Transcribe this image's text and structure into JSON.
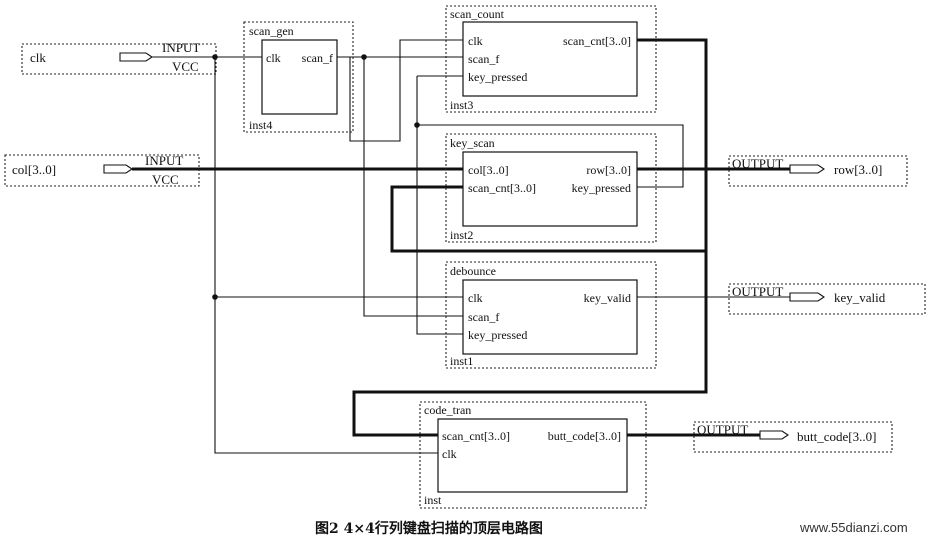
{
  "ports": {
    "clk": {
      "name": "clk",
      "kind": "INPUT",
      "supply": "VCC"
    },
    "col": {
      "name": "col[3..0]",
      "kind": "INPUT",
      "supply": "VCC"
    },
    "row": {
      "name": "row[3..0]",
      "kind": "OUTPUT"
    },
    "key_valid": {
      "name": "key_valid",
      "kind": "OUTPUT"
    },
    "butt_code": {
      "name": "butt_code[3..0]",
      "kind": "OUTPUT"
    }
  },
  "blocks": {
    "scan_gen": {
      "name": "scan_gen",
      "inst": "inst4",
      "in": [
        "clk"
      ],
      "out": [
        "scan_f"
      ]
    },
    "scan_count": {
      "name": "scan_count",
      "inst": "inst3",
      "in": [
        "clk",
        "scan_f",
        "key_pressed"
      ],
      "out": [
        "scan_cnt[3..0]"
      ]
    },
    "key_scan": {
      "name": "key_scan",
      "inst": "inst2",
      "in": [
        "col[3..0]",
        "scan_cnt[3..0]"
      ],
      "out": [
        "row[3..0]",
        "key_pressed"
      ]
    },
    "debounce": {
      "name": "debounce",
      "inst": "inst1",
      "in": [
        "clk",
        "scan_f",
        "key_pressed"
      ],
      "out": [
        "key_valid"
      ]
    },
    "code_tran": {
      "name": "code_tran",
      "inst": "inst",
      "in": [
        "scan_cnt[3..0]",
        "clk"
      ],
      "out": [
        "butt_code[3..0]"
      ]
    }
  },
  "caption": "图2   4×4行列键盘扫描的顶层电路图",
  "watermark": "www.55dianzi.com"
}
